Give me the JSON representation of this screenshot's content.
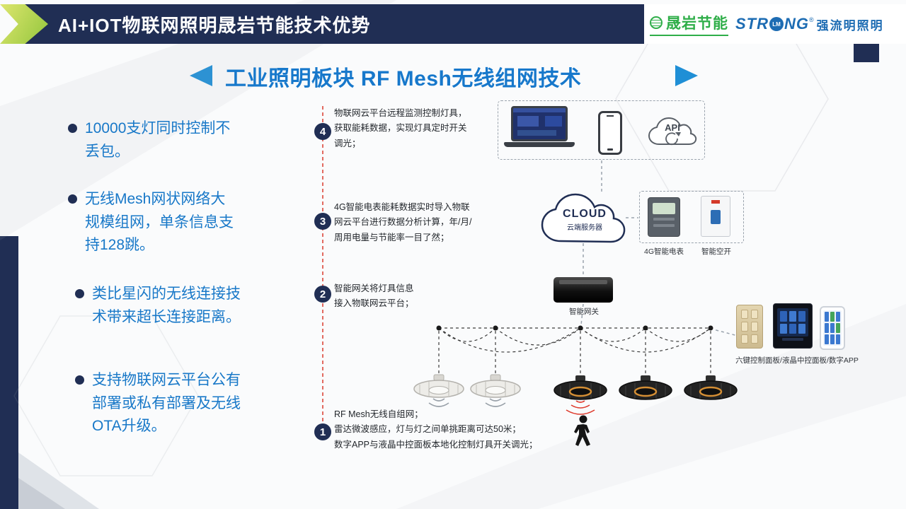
{
  "header": {
    "title": "AI+IOT物联网照明晟岩节能技术优势",
    "logos": {
      "shengyan": "晟岩节能",
      "strong_pre": "STR",
      "strong_o": "LM",
      "strong_post": "NG",
      "strong_reg": "®",
      "strong_cn": "强流明照明"
    }
  },
  "section_title": "工业照明板块 RF Mesh无线组网技术",
  "bullets": [
    "10000支灯同时控制不丢包。",
    "无线Mesh网状网络大规模组网，单条信息支持128跳。",
    "类比星闪的无线连接技术带来超长连接距离。",
    "支持物联网云平台公有部署或私有部署及无线OTA升级。"
  ],
  "steps": [
    {
      "num": "4",
      "text": "物联网云平台远程监测控制灯具，\n获取能耗数据，实现灯具定时开关\n调光；"
    },
    {
      "num": "3",
      "text": "4G智能电表能耗数据实时导入物联\n网云平台进行数据分析计算，年/月/\n周用电量与节能率一目了然；"
    },
    {
      "num": "2",
      "text": "智能网关将灯具信息\n接入物联网云平台；"
    },
    {
      "num": "1",
      "text": "RF Mesh无线自组网；\n雷达微波感应，灯与灯之间单挑距离可达50米；\n数字APP与液晶中控面板本地化控制灯具开关调光；"
    }
  ],
  "diagram": {
    "api_label": "API",
    "cloud_title": "CLOUD",
    "cloud_subtitle": "云端服务器",
    "meter_label": "4G智能电表",
    "breaker_label": "智能空开",
    "gateway_label": "智能网关",
    "panels_label": "六键控制面板/液晶中控面板/数字APP"
  },
  "colors": {
    "navy": "#202e54",
    "title_blue": "#1778cb",
    "logo_green": "#2fae49",
    "timeline_red": "#d93a2c"
  }
}
